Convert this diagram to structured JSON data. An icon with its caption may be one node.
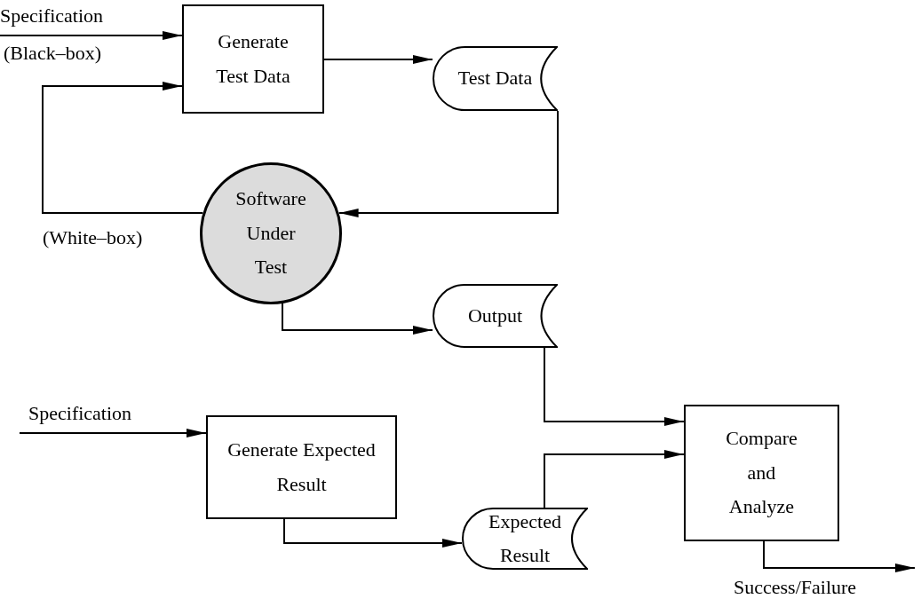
{
  "diagram": {
    "nodes": [
      {
        "text": [
          "Generate Test Data"
        ]
      },
      {
        "text": [
          "Test Data"
        ]
      },
      {
        "text": [
          "Software Under Test"
        ]
      },
      {
        "text": [
          "Output"
        ]
      },
      {
        "text": [
          "Generate Expected Result"
        ]
      },
      {
        "text": [
          "Expected Result"
        ]
      },
      {
        "text": [
          "Compare and Analyze"
        ]
      }
    ],
    "edges": [
      {
        "from": null,
        "to": 0,
        "arrow": "to",
        "label": "Specification"
      },
      {
        "from": 0,
        "to": 1,
        "arrow": "to"
      },
      {
        "from": 1,
        "to": 2,
        "arrow": "to"
      },
      {
        "from": 2,
        "to": 0,
        "arrow": "to",
        "label": "(White–box)"
      },
      {
        "from": 2,
        "to": 3,
        "arrow": "to"
      },
      {
        "from": null,
        "to": 4,
        "arrow": "to",
        "label": "Specification"
      },
      {
        "from": 4,
        "to": 5,
        "arrow": "to"
      },
      {
        "from": 3,
        "to": 6,
        "arrow": "to"
      },
      {
        "from": 5,
        "to": 6,
        "arrow": "to"
      },
      {
        "from": 6,
        "to": null,
        "arrow": "to",
        "label": "Success/Failure"
      }
    ],
    "labels": [
      "(Black–box)"
    ]
  }
}
